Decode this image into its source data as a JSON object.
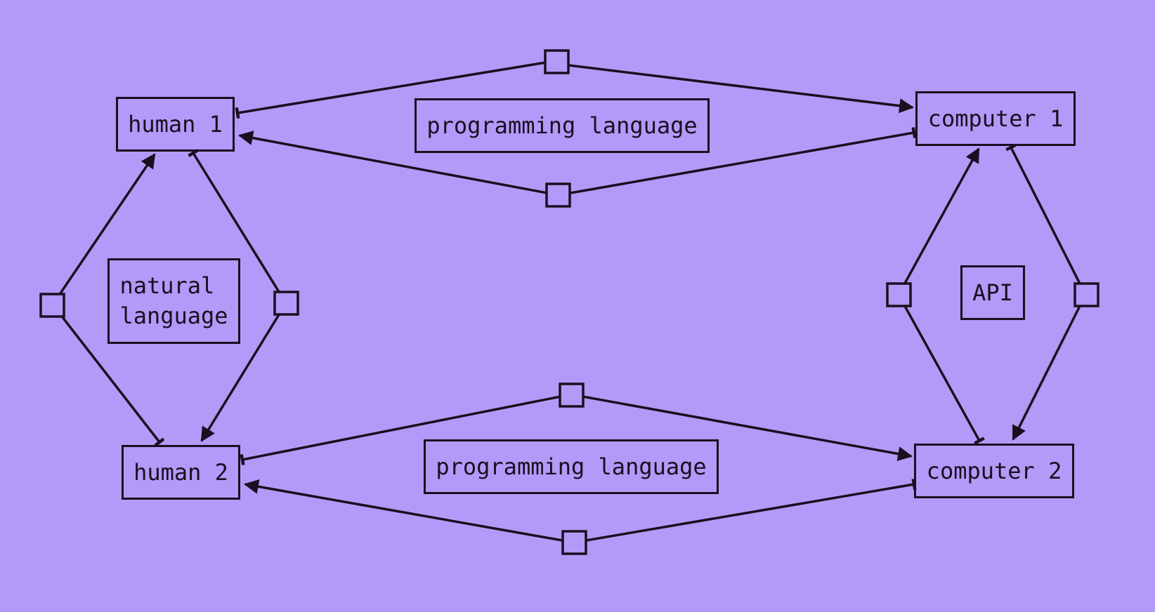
{
  "colors": {
    "background": "#b39af8",
    "ink": "#1a0f1f"
  },
  "nodes": {
    "human1": "human 1",
    "human2": "human 2",
    "computer1": "computer 1",
    "computer2": "computer 2"
  },
  "channels": {
    "top": "programming language",
    "bottom": "programming language",
    "left": "natural\nlanguage",
    "right": "API"
  }
}
